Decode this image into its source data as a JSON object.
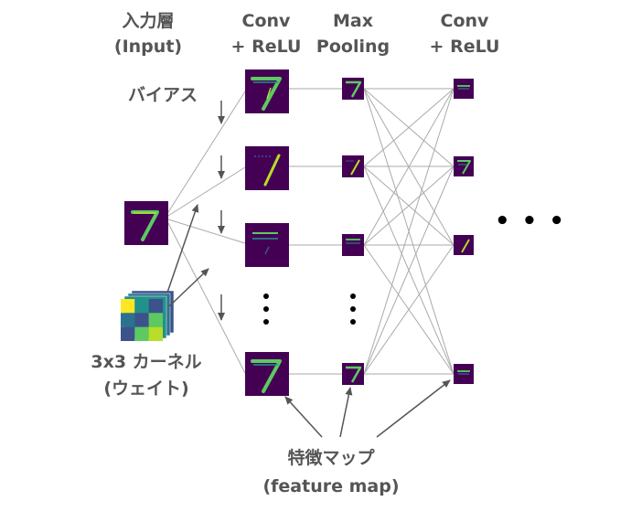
{
  "labels": {
    "input_line1": "入力層",
    "input_line2": "(Input)",
    "conv1_line1": "Conv",
    "conv1_line2": "+ ReLU",
    "pool_line1": "Max",
    "pool_line2": "Pooling",
    "conv2_line1": "Conv",
    "conv2_line2": "+ ReLU",
    "bias": "バイアス",
    "kernel_line1": "3x3 カーネル",
    "kernel_line2": "(ウェイト)",
    "featuremap_line1": "特徴マップ",
    "featuremap_line2": "(feature map)",
    "continuation": "• • •"
  },
  "colors": {
    "text": "#555555",
    "map_bg": "#440154",
    "map_stroke": "#5ec962",
    "map_stroke_light": "#b8de29",
    "connection": "#aaaaaa",
    "arrow": "#555555",
    "kernel_cells": [
      "#fde725",
      "#21918c",
      "#3b528b",
      "#2c728e",
      "#3b528b",
      "#5ec962",
      "#3b528b",
      "#5ec962",
      "#b8de29"
    ]
  },
  "maps": {
    "input": "digit-7",
    "conv1": [
      "digit-7",
      "digit-7-stroke",
      "digit-7-top-edge",
      "digit-7"
    ],
    "pool": [
      "digit-7",
      "digit-7-stroke",
      "digit-7-top-edge",
      "digit-7"
    ],
    "conv2": [
      "top-edge",
      "digit-7-small",
      "stroke",
      "top-edge"
    ]
  }
}
